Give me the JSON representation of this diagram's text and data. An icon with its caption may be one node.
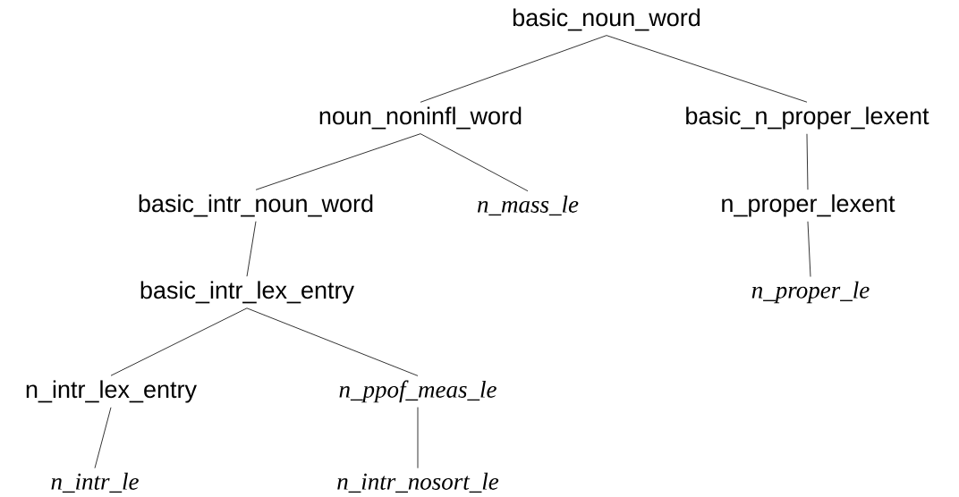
{
  "diagram": {
    "nodes": [
      {
        "text": [
          "basic_noun_word"
        ]
      },
      {
        "text": [
          "noun_noninfl_word"
        ]
      },
      {
        "text": [
          "basic_n_proper_lexent"
        ]
      },
      {
        "text": [
          "basic_intr_noun_word"
        ]
      },
      {
        "text": [
          "n_mass_le"
        ]
      },
      {
        "text": [
          "n_proper_lexent"
        ]
      },
      {
        "text": [
          "basic_intr_lex_entry"
        ]
      },
      {
        "text": [
          "n_proper_le"
        ]
      },
      {
        "text": [
          "n_intr_lex_entry"
        ]
      },
      {
        "text": [
          "n_ppof_meas_le"
        ]
      },
      {
        "text": [
          "n_intr_le"
        ]
      },
      {
        "text": [
          "n_intr_nosort_le"
        ]
      }
    ],
    "edges": [
      {
        "from": 0,
        "to": 1,
        "arrow": "none"
      },
      {
        "from": 0,
        "to": 2,
        "arrow": "none"
      },
      {
        "from": 1,
        "to": 3,
        "arrow": "none"
      },
      {
        "from": 1,
        "to": 4,
        "arrow": "none"
      },
      {
        "from": 2,
        "to": 5,
        "arrow": "none"
      },
      {
        "from": 3,
        "to": 6,
        "arrow": "none"
      },
      {
        "from": 5,
        "to": 7,
        "arrow": "none"
      },
      {
        "from": 6,
        "to": 8,
        "arrow": "none"
      },
      {
        "from": 6,
        "to": 9,
        "arrow": "none"
      },
      {
        "from": 8,
        "to": 10,
        "arrow": "none"
      },
      {
        "from": 9,
        "to": 11,
        "arrow": "none"
      }
    ]
  }
}
